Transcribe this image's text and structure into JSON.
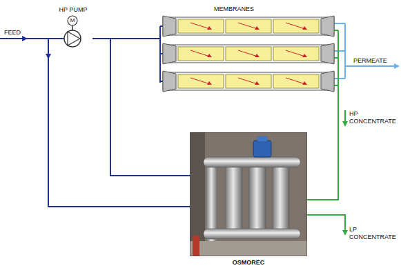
{
  "diagram": {
    "nodes": [
      {
        "text": [
          "HP PUMP",
          "M"
        ]
      },
      {
        "text": [
          "MEMBRANES"
        ]
      },
      {
        "text": [
          "OSMOREC"
        ]
      }
    ],
    "edges": [
      {
        "from": 0,
        "to": 1,
        "arrow": "none"
      },
      {
        "from": 1,
        "to": 2,
        "arrow": "none"
      },
      {
        "from": 2,
        "to": 0,
        "arrow": "none"
      }
    ],
    "labels": [
      "FEED",
      "PERMEATE",
      "HP CONCENTRATE",
      "LP CONCENTRATE"
    ]
  }
}
